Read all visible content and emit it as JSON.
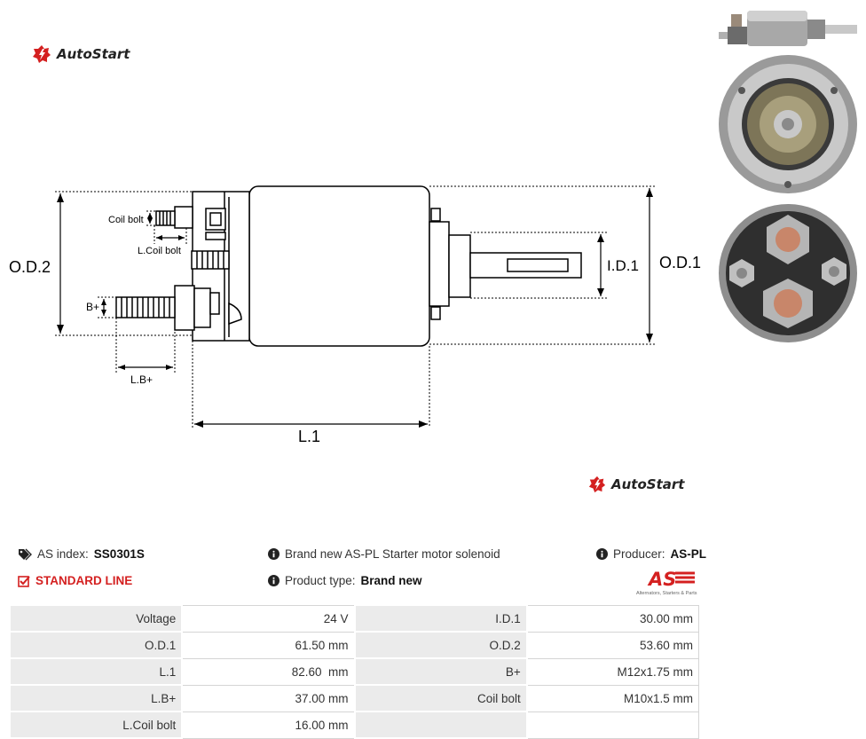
{
  "brand": {
    "name": "AutoStart",
    "mid_name": "AutoStart"
  },
  "drawing": {
    "labels": {
      "od2": "O.D.2",
      "od1": "O.D.1",
      "id1": "I.D.1",
      "l1": "L.1",
      "lb": "L.B+",
      "coil_bolt": "Coil bolt",
      "l_coil_bolt": "L.Coil bolt",
      "b_plus": "B+"
    }
  },
  "info": {
    "as_index_label": "AS index:",
    "as_index_value": "SS0301S",
    "standard_line": "STANDARD LINE",
    "description": "Brand new AS-PL Starter motor solenoid",
    "product_type_label": "Product type:",
    "product_type_value": "Brand new",
    "producer_label": "Producer:",
    "producer_value": "AS-PL",
    "aspl_logo_text": "AS",
    "aspl_tagline": "Alternators, Starters & Parts"
  },
  "colors": {
    "accent_red": "#d42020",
    "label_bg": "#ebebeb"
  },
  "specs": [
    [
      {
        "label": "Voltage",
        "value": "24 V"
      },
      {
        "label": "I.D.1",
        "value": "30.00 mm"
      }
    ],
    [
      {
        "label": "O.D.1",
        "value": "61.50 mm"
      },
      {
        "label": "O.D.2",
        "value": "53.60 mm"
      }
    ],
    [
      {
        "label": "L.1",
        "value": "82.60  mm"
      },
      {
        "label": "B+",
        "value": "M12x1.75 mm"
      }
    ],
    [
      {
        "label": "L.B+",
        "value": "37.00 mm"
      },
      {
        "label": "Coil bolt",
        "value": "M10x1.5 mm"
      }
    ],
    [
      {
        "label": "L.Coil bolt",
        "value": "16.00 mm"
      },
      {
        "label": "",
        "value": ""
      }
    ]
  ]
}
